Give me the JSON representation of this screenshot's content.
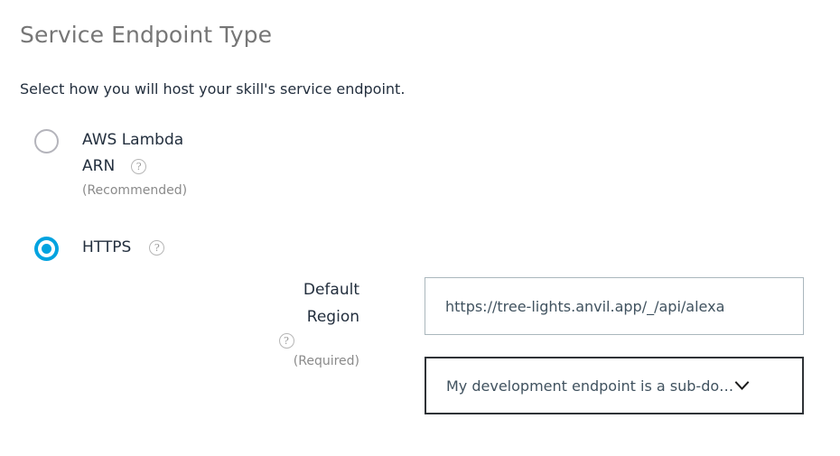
{
  "header": {
    "title": "Service Endpoint Type",
    "subtitle": "Select how you will host your skill's service endpoint."
  },
  "endpoint_options": [
    {
      "id": "aws-lambda-arn",
      "label_line1": "AWS Lambda",
      "label_line2": "ARN",
      "note": "(Recommended)",
      "selected": false,
      "help_icon": "question-mark-icon",
      "help_glyph": "?"
    },
    {
      "id": "https",
      "label_line1": "HTTPS",
      "label_line2": "",
      "note": "",
      "selected": true,
      "help_icon": "question-mark-icon",
      "help_glyph": "?"
    }
  ],
  "default_region": {
    "label_line1": "Default",
    "label_line2": "Region",
    "required_note": "(Required)",
    "help_icon": "question-mark-icon",
    "help_glyph": "?",
    "endpoint_url": "https://tree-lights.anvil.app/_/api/alexa",
    "endpoint_url_placeholder": "https://",
    "certificate_selected": "My development endpoint is a sub-do…",
    "chevron_icon": "chevron-down-icon"
  },
  "colors": {
    "accent_blue": "#00a3e0",
    "title_gray": "#767676",
    "text_dark": "#232f3e",
    "muted_gray": "#8a8a8a",
    "input_border": "#aab7bd",
    "select_border": "#2f3337"
  }
}
